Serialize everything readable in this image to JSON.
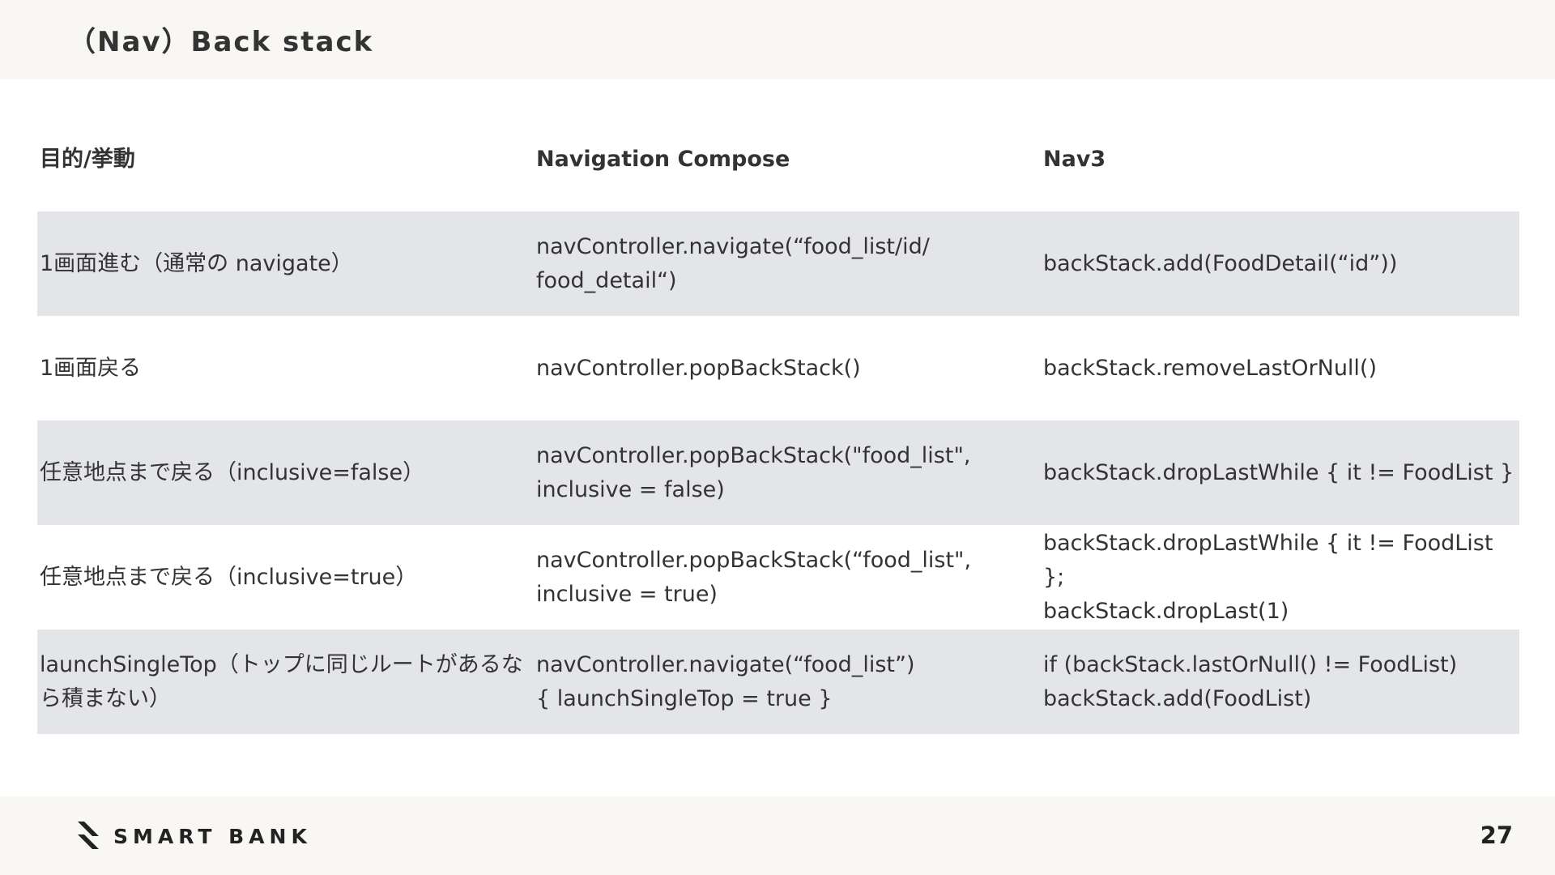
{
  "slide": {
    "title": "（Nav）Back stack",
    "page_number": "27",
    "logo_text": "SMART BANK"
  },
  "table": {
    "headers": [
      "目的/挙動",
      "Navigation Compose",
      "Nav3"
    ],
    "rows": [
      {
        "purpose": "1画面進む（通常の navigate）",
        "navigation_compose": "navController.navigate(“food_list/id/\nfood_detail“)",
        "nav3": "backStack.add(FoodDetail(“id”))"
      },
      {
        "purpose": "1画面戻る",
        "navigation_compose": "navController.popBackStack()",
        "nav3": "backStack.removeLastOrNull()"
      },
      {
        "purpose": "任意地点まで戻る（inclusive=false）",
        "navigation_compose": "navController.popBackStack(\"food_list\",\ninclusive = false)",
        "nav3": "backStack.dropLastWhile { it != FoodList }"
      },
      {
        "purpose": "任意地点まで戻る（inclusive=true）",
        "navigation_compose": "navController.popBackStack(“food_list\",\ninclusive = true)",
        "nav3": "backStack.dropLastWhile { it != FoodList };\nbackStack.dropLast(1)"
      },
      {
        "purpose": "launchSingleTop（トップに同じルートがあるな\nら積まない）",
        "navigation_compose": "navController.navigate(“food_list”)\n{ launchSingleTop = true }",
        "nav3": "if (backStack.lastOrNull() != FoodList)\nbackStack.add(FoodList)"
      }
    ]
  },
  "colors": {
    "header_band": "#f8f7f3",
    "row_shade": "#e4e5e9",
    "text": "#333333"
  },
  "icons": {
    "logo": "smartbank-slash-logo-icon"
  }
}
